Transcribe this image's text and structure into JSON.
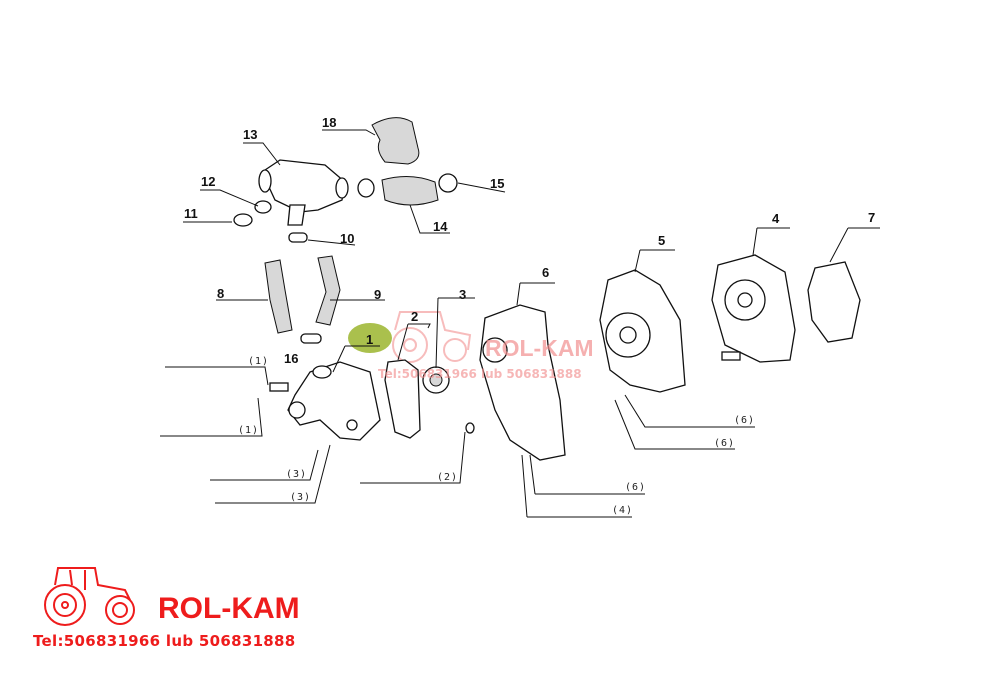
{
  "diagram": {
    "part_labels": {
      "p1": "1",
      "p2": "2",
      "p3": "3",
      "p4": "4",
      "p5": "5",
      "p6": "6",
      "p7": "7",
      "p8": "8",
      "p9": "9",
      "p10": "10",
      "p11": "11",
      "p12": "12",
      "p13": "13",
      "p14": "14",
      "p15": "15",
      "p16": "16",
      "p18": "18"
    },
    "ref_labels": {
      "r1a": "(1)",
      "r1b": "(1)",
      "r3a": "(3)",
      "r3b": "(3)",
      "r2": "(2)",
      "r6a": "(6)",
      "r4": "(4)",
      "r6b": "(6)",
      "r6c": "(6)"
    },
    "highlight_color": "#9bb52e"
  },
  "logo": {
    "title": "ROL-KAM",
    "tel": "Tel:506831966 lub 506831888",
    "color": "#ee1c1c"
  },
  "watermark": {
    "title": "ROL-KAM",
    "tel": "Tel:506831966 lub 506831888"
  }
}
